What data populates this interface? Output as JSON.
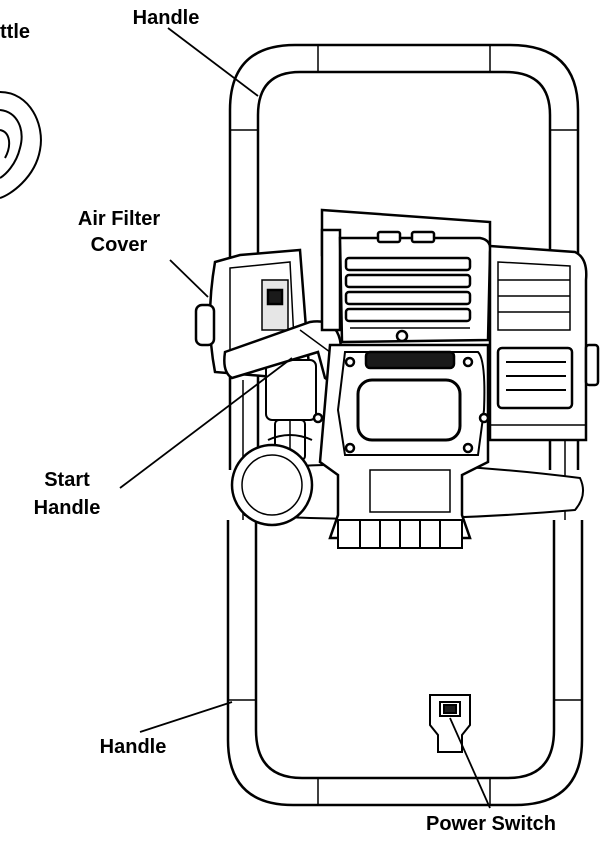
{
  "labels": {
    "throttle_partial": "ttle",
    "handle_top": "Handle",
    "air_filter_cover_line1": "Air Filter",
    "air_filter_cover_line2": "Cover",
    "start_handle_line1": "Start",
    "start_handle_line2": "Handle",
    "handle_bottom": "Handle",
    "power_switch": "Power Switch"
  },
  "colors": {
    "line": "#000000",
    "fill": "#ffffff",
    "shade": "#e6e6e6",
    "dark": "#1a1a1a"
  }
}
